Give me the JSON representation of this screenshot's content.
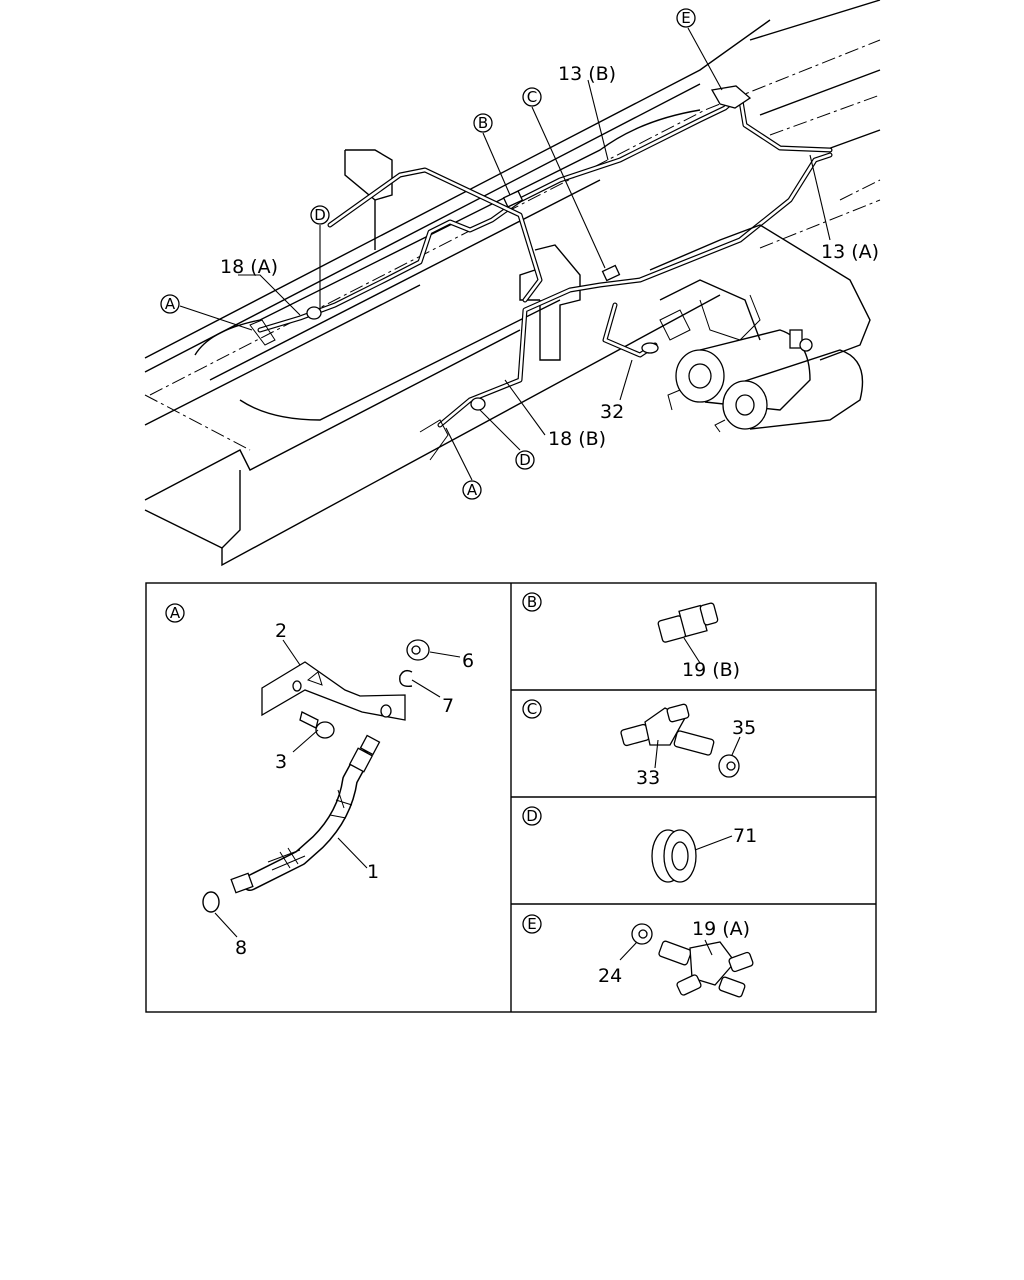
{
  "callouts": {
    "a": "A",
    "b": "B",
    "c": "C",
    "d": "D",
    "e": "E"
  },
  "main_labels": {
    "p13a": "13 (A)",
    "p13b": "13 (B)",
    "p18a": "18 (A)",
    "p18b": "18 (B)",
    "p32": "32"
  },
  "panel_a": {
    "p1": "1",
    "p2": "2",
    "p3": "3",
    "p6": "6",
    "p7": "7",
    "p8": "8"
  },
  "panel_b": {
    "p19b": "19 (B)"
  },
  "panel_c": {
    "p33": "33",
    "p35": "35"
  },
  "panel_d": {
    "p71": "71"
  },
  "panel_e": {
    "p19a": "19 (A)",
    "p24": "24"
  }
}
